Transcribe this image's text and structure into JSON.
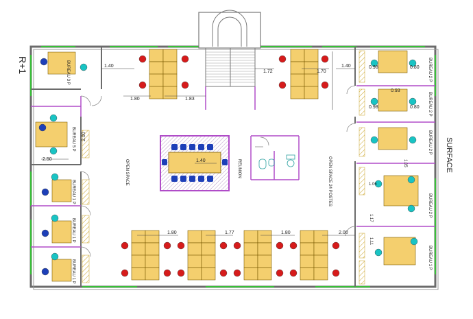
{
  "floor": {
    "level": "R+1",
    "surface_label": "SURFACE"
  },
  "rooms": {
    "bureau_3p": "BUREAU 3 P",
    "bureau_5p": "BUREAU 5 P",
    "bureau_1p_a": "BUREAU 1 P",
    "bureau_1p_b": "BUREAU 1 P",
    "bureau_1p_c": "BUREAU 1 P",
    "open_space_left": "OPEN SPACE",
    "open_space_24": "OPEN SPACE 24 POSTES",
    "reunion": "REUNION",
    "bureau_2p_a": "BUREAU 2 P",
    "bureau_2p_b": "BUREAU 2 P",
    "bureau_2p_c": "BUREAU 2 P",
    "bureau_2p_d": "BUREAU 2 P",
    "bureau_1p_right": "BUREAU 1 P"
  },
  "dims": {
    "d140_top": "1.40",
    "d180_top": "1.80",
    "d183_top": "1.83",
    "d172": "1.72",
    "d170": "1.70",
    "d140_right": "1.40",
    "d098": "0.98",
    "d080_a": "0.80",
    "d093": "0.93",
    "d080_b": "0.80",
    "d098_b": "0.98",
    "d250": "2.50",
    "d140_meet": "1.40",
    "d200_left": "2.00",
    "d180_b1": "1.80",
    "d177": "1.77",
    "d180_b2": "1.80",
    "d200_b": "2.00",
    "d105": "1.05",
    "d106": "1.06",
    "d117": "1.17",
    "d111": "1.11"
  },
  "colors": {
    "wall": "#6b6b6b",
    "partition": "#b04cc8",
    "window": "#38c038",
    "desk": "#f4cf6e",
    "chair_red": "#d61b1b",
    "chair_blue": "#1d3fb8",
    "chair_cyan": "#19c4c4",
    "meeting_floor": "#d9c8e4"
  }
}
